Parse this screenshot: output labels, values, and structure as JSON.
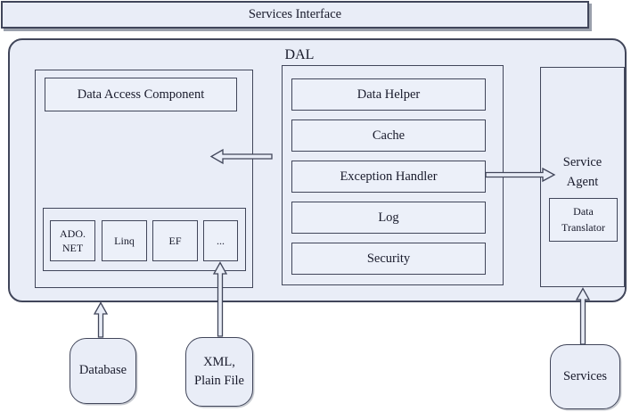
{
  "colors": {
    "fill": "#e9edf7",
    "fill_inner": "#ecf0f9",
    "line": "#41465a",
    "text": "#181a2b",
    "shadow": "#9aa0ac"
  },
  "title_bar": {
    "label": "Services Interface"
  },
  "dal": {
    "label": "DAL",
    "data_access": {
      "title": "Data Access Component",
      "providers": [
        "ADO.\nNET",
        "Linq",
        "EF",
        "..."
      ]
    },
    "services": [
      "Data Helper",
      "Cache",
      "Exception Handler",
      "Log",
      "Security"
    ],
    "service_agent": {
      "label": "Service\nAgent",
      "translator": "Data\nTranslator"
    }
  },
  "external": {
    "database": "Database",
    "file": "XML,\nPlain File",
    "services": "Services"
  },
  "arrows": [
    {
      "name": "middle-services-to-data-access",
      "direction": "left"
    },
    {
      "name": "exception-handler-to-service-agent",
      "direction": "right"
    },
    {
      "name": "database-to-dal",
      "direction": "up"
    },
    {
      "name": "xml-plain-file-to-providers",
      "direction": "up"
    },
    {
      "name": "services-to-service-agent",
      "direction": "up"
    }
  ]
}
